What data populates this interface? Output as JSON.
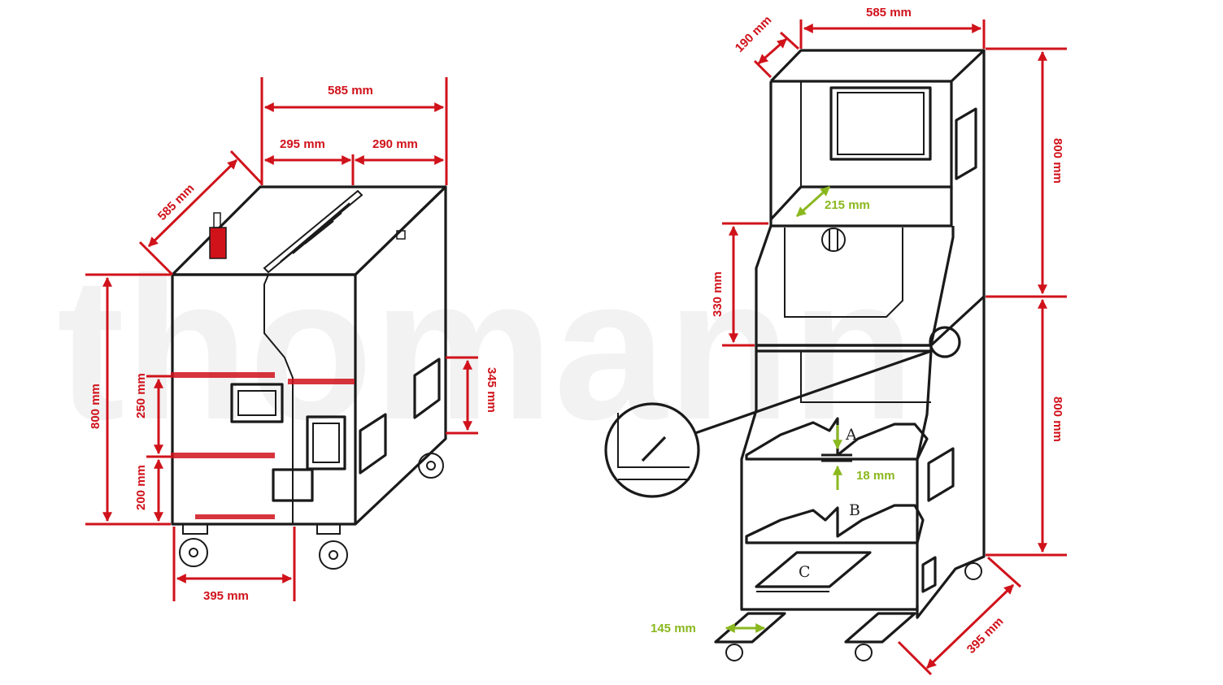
{
  "watermark": "thomann",
  "colors": {
    "dimension_red": "#d0121b",
    "dimension_green": "#8ab81f",
    "line": "#1a1a1a"
  },
  "left_view": {
    "dim_top_width": "585 mm",
    "dim_top_left": "295 mm",
    "dim_top_right": "290 mm",
    "dim_depth": "585 mm",
    "dim_height": "800 mm",
    "dim_upper_handle": "250 mm",
    "dim_lower_handle": "200 mm",
    "dim_side_handle": "345 mm",
    "dim_base": "395 mm"
  },
  "right_view": {
    "dim_top_width": "585 mm",
    "dim_top_depth": "190 mm",
    "dim_upper_height": "800 mm",
    "dim_lower_height": "800 mm",
    "dim_shelf_depth": "215 mm",
    "dim_compartment": "330 mm",
    "dim_thickness": "18 mm",
    "dim_foot": "145 mm",
    "dim_base_depth": "395 mm",
    "shelf_a": "A",
    "shelf_b": "B",
    "shelf_c": "C"
  }
}
